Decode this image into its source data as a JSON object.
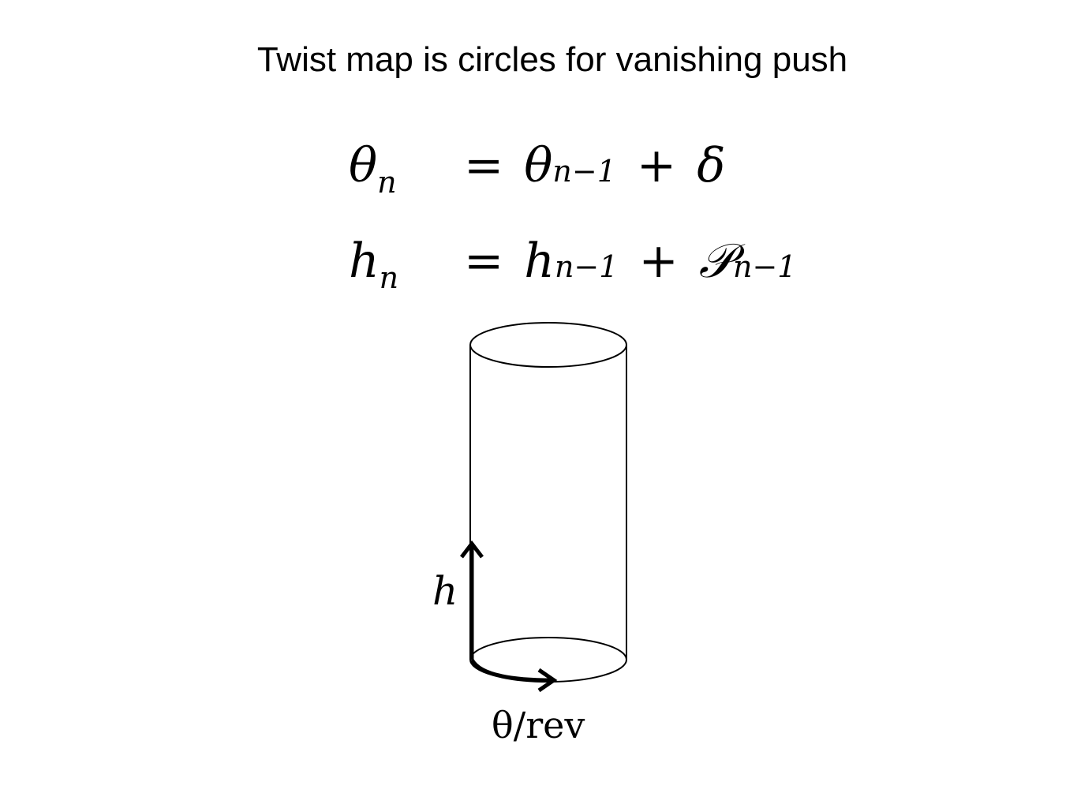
{
  "slide": {
    "title": "Twist map is circles for vanishing push"
  },
  "equations": {
    "theta_row": {
      "lhs_symbol": "θ",
      "lhs_sub": "n",
      "equals": "=",
      "rhs_symbol": "θ",
      "rhs_sub": "n−1",
      "plus": "+",
      "rhs_extra": "δ"
    },
    "h_row": {
      "lhs_symbol": "h",
      "lhs_sub": "n",
      "equals": "=",
      "rhs_symbol": "h",
      "rhs_sub": "n−1",
      "plus": "+",
      "rhs_extra": "𝒫",
      "rhs_extra_sub": "n−1"
    }
  },
  "diagram": {
    "height_axis_label": "h",
    "angle_axis_label": "θ/rev"
  }
}
